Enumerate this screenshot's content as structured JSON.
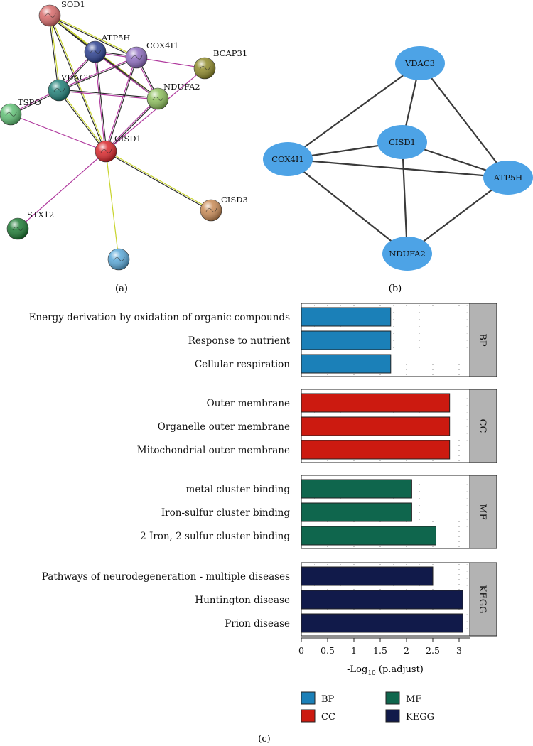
{
  "panel_labels": {
    "a": "(a)",
    "b": "(b)",
    "c": "(c)"
  },
  "network_a": {
    "nodes": [
      {
        "id": "SOD1",
        "label": "SOD1",
        "color": "#d86a6a"
      },
      {
        "id": "ATP5H",
        "label": "ATP5H",
        "color": "#2a3e8e"
      },
      {
        "id": "COX4I1",
        "label": "COX4I1",
        "color": "#8e6cc0"
      },
      {
        "id": "BCAP31",
        "label": "BCAP31",
        "color": "#8f8a2a"
      },
      {
        "id": "VDAC3",
        "label": "VDAC3",
        "color": "#1f7f77"
      },
      {
        "id": "NDUFA2",
        "label": "NDUFA2",
        "color": "#8dbf5c"
      },
      {
        "id": "TSPO",
        "label": "TSPO",
        "color": "#5fbf74"
      },
      {
        "id": "CISD1",
        "label": "CISD1",
        "color": "#d9252a"
      },
      {
        "id": "CISD3",
        "label": "CISD3",
        "color": "#c98a55"
      },
      {
        "id": "STX12",
        "label": "STX12",
        "color": "#1d7a33"
      },
      {
        "id": "UNLABELED",
        "label": "",
        "color": "#5aa8d8"
      }
    ],
    "edge_colors": [
      "#c8d42e",
      "#2b2b2b",
      "#b03a9e"
    ]
  },
  "network_b": {
    "node_color": "#4da3e6",
    "edge_color": "#3a3a3a",
    "nodes": [
      {
        "id": "VDAC3",
        "label": "VDAC3"
      },
      {
        "id": "CISD1",
        "label": "CISD1"
      },
      {
        "id": "COX4I1",
        "label": "COX4I1"
      },
      {
        "id": "ATP5H",
        "label": "ATP5H"
      },
      {
        "id": "NDUFA2",
        "label": "NDUFA2"
      }
    ]
  },
  "chart_data": {
    "type": "bar",
    "orientation": "horizontal",
    "xlabel_main": "-Log",
    "xlabel_sub": "10",
    "xlabel_tail": " (p.adjust)",
    "xlim": [
      0,
      3.2
    ],
    "xticks": [
      "0",
      "0.5",
      "1",
      "1.5",
      "2",
      "2.5",
      "3"
    ],
    "grid": "dotted",
    "facets": [
      {
        "name": "BP",
        "color": "#1b80b8",
        "categories": [
          "Energy derivation by oxidation of organic compounds",
          "Response to nutrient",
          "Cellular respiration"
        ],
        "values": [
          1.7,
          1.7,
          1.7
        ]
      },
      {
        "name": "CC",
        "color": "#cc1a10",
        "categories": [
          "Outer membrane",
          "Organelle outer membrane",
          "Mitochondrial outer membrane"
        ],
        "values": [
          2.82,
          2.82,
          2.82
        ]
      },
      {
        "name": "MF",
        "color": "#0f664d",
        "categories": [
          "metal cluster binding",
          "Iron-sulfur cluster binding",
          "2 Iron, 2 sulfur cluster binding"
        ],
        "values": [
          2.1,
          2.1,
          2.56
        ]
      },
      {
        "name": "KEGG",
        "color": "#111a4a",
        "categories": [
          "Pathways of neurodegeneration - multiple diseases",
          "Huntington disease",
          "Prion disease"
        ],
        "values": [
          2.5,
          3.07,
          3.07
        ]
      }
    ],
    "legend": [
      {
        "label": "BP",
        "color": "#1b80b8"
      },
      {
        "label": "MF",
        "color": "#0f664d"
      },
      {
        "label": "CC",
        "color": "#cc1a10"
      },
      {
        "label": "KEGG",
        "color": "#111a4a"
      }
    ],
    "legend_position": "bottom"
  }
}
